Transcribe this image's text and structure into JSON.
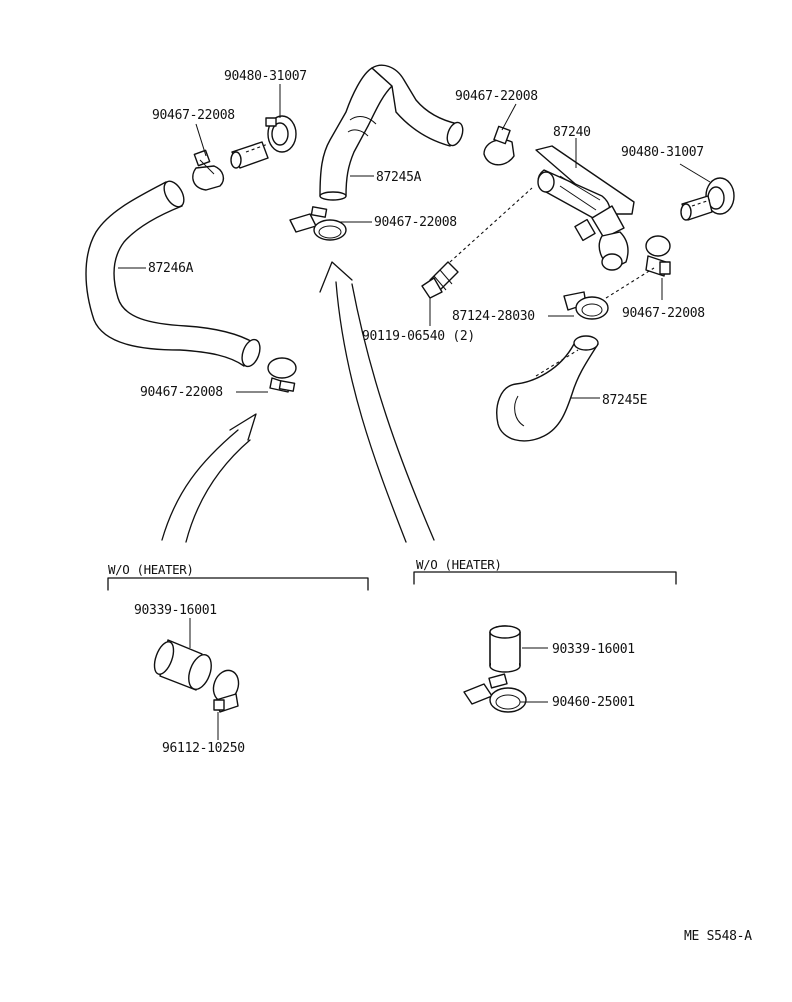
{
  "parts": {
    "p1": "90480-31007",
    "p2": "90467-22008",
    "p3": "90467-22008",
    "p4": "87240",
    "p5": "90480-31007",
    "p6": "87245A",
    "p7": "90467-22008",
    "p8": "87246A",
    "p9": "87124-28030",
    "p10": "90467-22008",
    "p11": "90119-06540 (2)",
    "p12": "90467-22008",
    "p13": "87245E",
    "p14": "90339-16001",
    "p15": "96112-10250",
    "p16": "90339-16001",
    "p17": "90460-25001"
  },
  "sections": {
    "left_title": "W/O (HEATER)",
    "right_title": "W/O (HEATER)"
  },
  "diagram_code": "ME S548-A"
}
